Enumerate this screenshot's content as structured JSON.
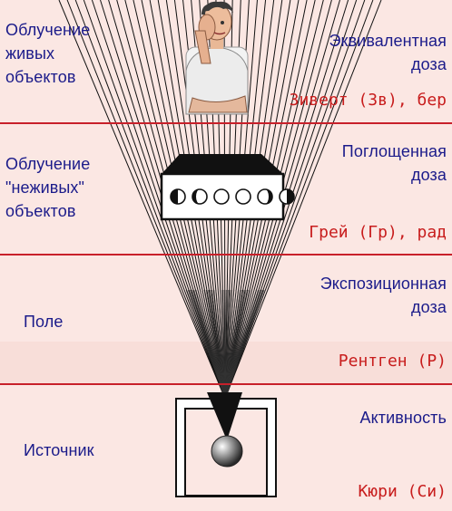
{
  "left_labels": {
    "living": [
      "Облучение",
      "живых",
      "объектов"
    ],
    "nonliving": [
      "Облучение",
      "\"неживых\"",
      "объектов"
    ],
    "field": "Поле",
    "source": "Источник"
  },
  "right_labels": {
    "equivalent": [
      "Эквивалентная",
      "доза"
    ],
    "absorbed": [
      "Поглощенная",
      "доза"
    ],
    "exposure": [
      "Экспозиционная",
      "доза"
    ],
    "activity": "Активность"
  },
  "units": {
    "equivalent": "Зиверт (Зв), бер",
    "absorbed": "Грей (Гр), рад",
    "exposure": "Рентген (Р)",
    "activity": "Кюри (Си)"
  },
  "colors": {
    "band_bg": "#fbe7e3",
    "separator": "#c8202a",
    "label_text": "#1b1b8a",
    "unit_text": "#c81d1d",
    "ray": "#111111"
  },
  "icons": {
    "person": "person-holding-head",
    "object": "box-with-moon-phases",
    "source": "radioactive-sphere"
  }
}
